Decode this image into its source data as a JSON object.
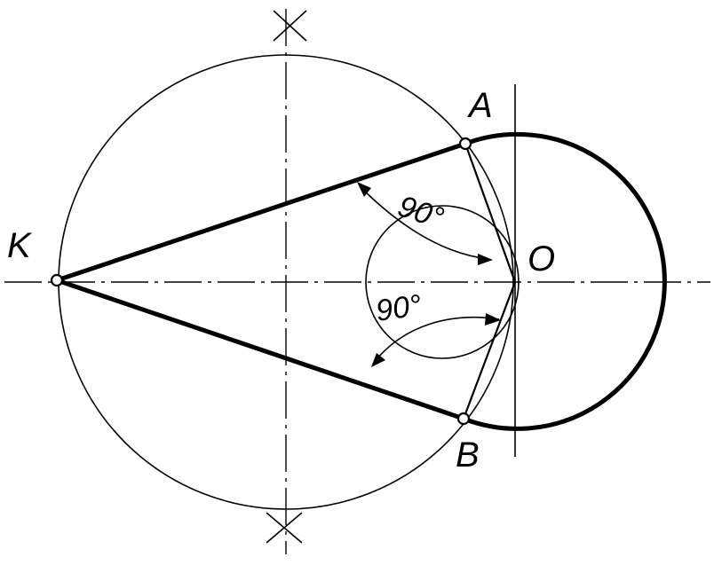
{
  "points": {
    "k": "K",
    "a": "A",
    "b": "B",
    "o": "O"
  },
  "angles": {
    "upper": "90°",
    "lower": "90°"
  }
}
